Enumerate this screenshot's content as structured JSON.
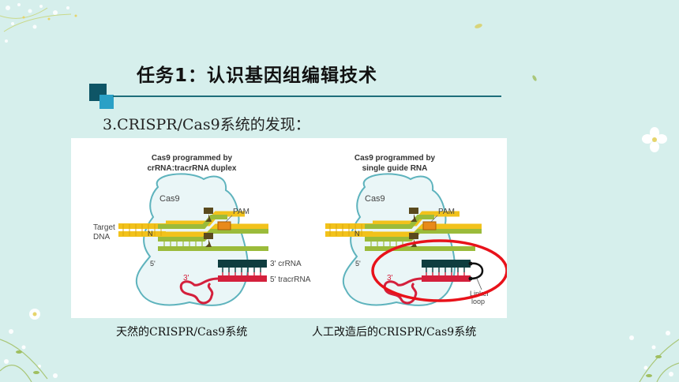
{
  "slide": {
    "title": "任务1：认识基因组编辑技术",
    "subtitle": "3.CRISPR/Cas9系统的发现：",
    "caption_left": "天然的CRISPR/Cas9系统",
    "caption_right": "人工改造后的CRISPR/Cas9系统"
  },
  "figure": {
    "left_panel": {
      "heading_line1": "Cas9 programmed by",
      "heading_line2": "crRNA:tracrRNA duplex",
      "cas9_label": "Cas9",
      "pam_label": "PAM",
      "target_label_line1": "Target",
      "target_label_line2": "DNA",
      "five_prime": "5'",
      "three_prime_crrna": "3' crRNA",
      "three_prime_mark": "3'",
      "tracrrna": "5' tracrRNA",
      "n_label": "N"
    },
    "right_panel": {
      "heading_line1": "Cas9 programmed by",
      "heading_line2": "single guide RNA",
      "cas9_label": "Cas9",
      "pam_label": "PAM",
      "five_prime": "5'",
      "three_prime_mark": "3'",
      "linker_line1": "Linker",
      "linker_line2": "loop",
      "n_label": "N"
    }
  },
  "colors": {
    "background": "#d6efec",
    "accent_dark": "#0e5566",
    "accent_light": "#2aa0c6",
    "dna_yellow": "#f2c21b",
    "green_strand": "#9bbb3a",
    "crrna_dark": "#0f3d3f",
    "tracrrna_red": "#d4203c",
    "highlight_circle": "#e8121a"
  }
}
